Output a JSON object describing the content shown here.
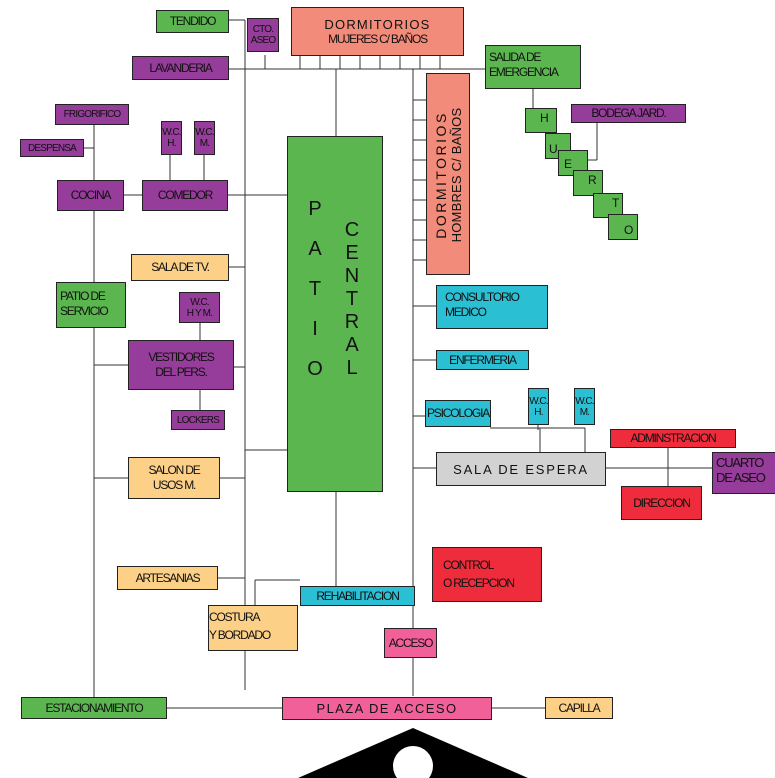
{
  "boxes": {
    "tendido": "TENDIDO",
    "cto_aseo": [
      "CTO.",
      "ASEO"
    ],
    "dorm_mujeres": [
      "DORMITORIOS",
      "MUJERES C/ BAÑOS"
    ],
    "lavanderia": "LAVANDERIA",
    "salida_emergencia": [
      "SALIDA DE",
      "EMERGENCIA"
    ],
    "frigorifico": "FRIGORIFICO",
    "despensa": "DESPENSA",
    "wc_h": [
      "W.C.",
      "H."
    ],
    "wc_m": [
      "W.C.",
      "M."
    ],
    "bodega_jard": "BODEGA JARD.",
    "huerto_letters": [
      "H",
      "U",
      "E",
      "R",
      "T",
      "O"
    ],
    "cocina": "COCINA",
    "comedor": "COMEDOR",
    "patio_letters": [
      "P",
      "A",
      "T",
      "I",
      "O"
    ],
    "central_letters": [
      "C",
      "E",
      "N",
      "T",
      "R",
      "A",
      "L"
    ],
    "dorm_hombres": [
      "DORMITORIOS",
      "HOMBRES C/ BAÑOS"
    ],
    "sala_tv": "SALA DE TV.",
    "patio_servicio": [
      "PATIO DE",
      "SERVICIO"
    ],
    "wc_hym": [
      "W.C.",
      "H Y M."
    ],
    "consultorio": [
      "CONSULTORIO",
      "MEDICO"
    ],
    "vestidores": [
      "VESTIDORES",
      "DEL PERS."
    ],
    "enfermeria": "ENFERMERIA",
    "lockers": "LOCKERS",
    "psicologia": "PSICOLOGIA",
    "wc_h2": [
      "W.C.",
      "H."
    ],
    "wc_m2": [
      "W.C.",
      "M."
    ],
    "administracion": "ADMINSTRACION",
    "salon_usos": [
      "SALON DE",
      "USOS M."
    ],
    "sala_espera": "SALA DE ESPERA",
    "cuarto_aseo": [
      "CUARTO",
      "DE ASEO"
    ],
    "direccion": "DIRECCION",
    "control": [
      "CONTROL",
      "O RECEPCION"
    ],
    "artesanias": "ARTESANIAS",
    "rehabilitacion": "REHABILITACION",
    "costura": [
      "COSTURA",
      "Y BORDADO"
    ],
    "acceso": "ACCESO",
    "estacionamiento": "ESTACIONAMIENTO",
    "plaza_acceso": "PLAZA DE ACCESO",
    "capilla": "CAPILLA"
  },
  "colors": {
    "green": "#5bb650",
    "purple": "#963c9a",
    "salmon": "#f28b79",
    "orange": "#fcd086",
    "cyan": "#2bbfd4",
    "red": "#ee2c3c",
    "gray": "#d2d2d2",
    "pink": "#f2609a"
  },
  "icons": [
    "entry-arrow-icon"
  ]
}
